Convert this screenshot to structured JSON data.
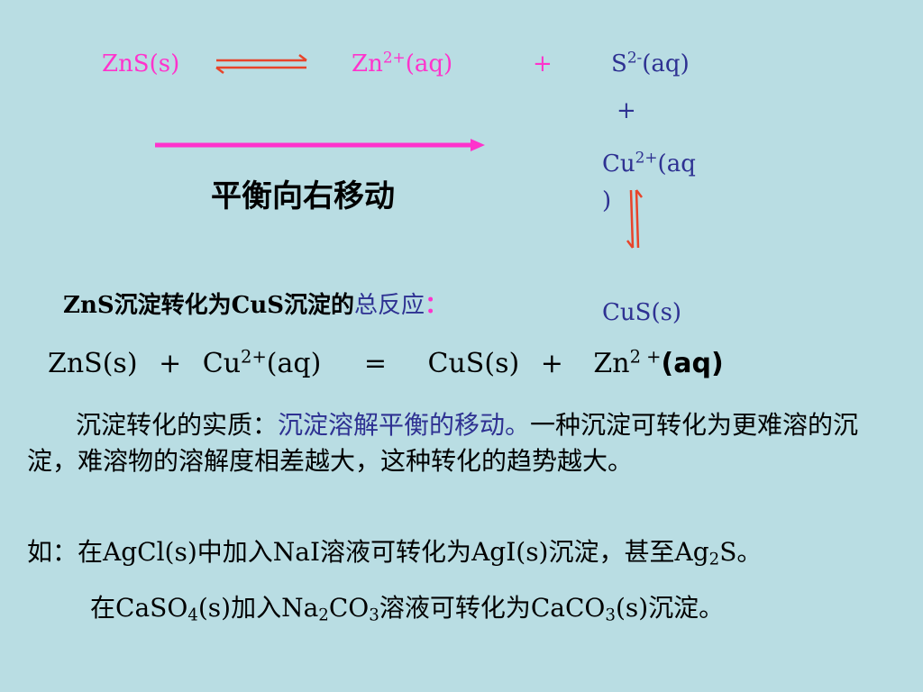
{
  "equilibrium": {
    "zns_s": "ZnS(s)",
    "zn_base": "Zn",
    "zn_charge": "2+",
    "zn_phase": "(aq)",
    "plus1": "+",
    "s_base": "S",
    "s_charge": "2-",
    "s_phase": "(aq)",
    "plus2": "+",
    "cu_base": "Cu",
    "cu_charge": "2+",
    "cu_phase_line1": "(aq",
    "cu_phase_line2": ")",
    "cus_s": "CuS(s)"
  },
  "shift_label": "平衡向右移动",
  "total_reaction": {
    "prefix_black": "ZnS沉淀转化为CuS沉淀的",
    "highlight": "总反应",
    "colon": "："
  },
  "overall_equation": {
    "zns": "ZnS(s)",
    "plus_a": "+",
    "cu": "Cu",
    "cu_charge": "2+",
    "cu_phase": "(aq)",
    "equals": "=",
    "cus": "CuS(s)",
    "plus_b": "+",
    "zn": "Zn",
    "zn_charge": "2 +",
    "zn_phase": "(aq)"
  },
  "essence": {
    "label": "沉淀转化的实质：",
    "highlight": "沉淀溶解平衡的移动。",
    "rest": "一种沉淀可转化为更难溶的沉淀，难溶物的溶解度相差越大，这种转化的趋势越大。"
  },
  "example1": {
    "a": "如：在",
    "agcl": "AgCl(s)",
    "b": "中加入",
    "nai": "NaI",
    "c": "溶液可转化为",
    "agi": "AgI(s)",
    "d": "沉淀，甚至",
    "ag": "Ag",
    "ag_sub": "2",
    "s": "S",
    "e": "。"
  },
  "example2": {
    "a": "在",
    "caso": "CaSO",
    "caso_sub": "4",
    "caso_phase": "(s)",
    "b": "加入",
    "na": "Na",
    "na_sub": "2",
    "co": "CO",
    "co_sub": "3",
    "c": "溶液可转化为",
    "caco": "CaCO",
    "caco_sub": "3",
    "caco_phase": "(s)",
    "d": "沉淀。"
  },
  "colors": {
    "background": "#b9dde3",
    "pink": "#ff33cc",
    "blue": "#2e3192",
    "arrow_red": "#e8442a"
  }
}
